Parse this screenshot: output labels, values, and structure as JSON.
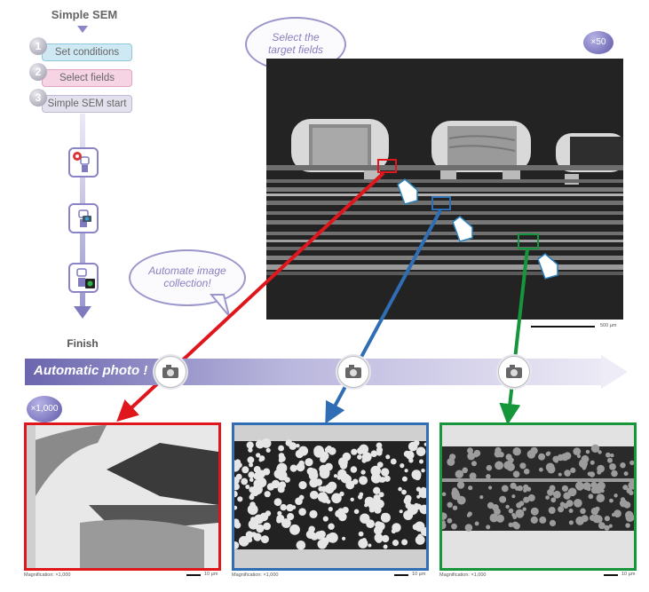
{
  "workflow": {
    "title": "Simple SEM",
    "steps": [
      {
        "number": "1",
        "label": "Set conditions"
      },
      {
        "number": "2",
        "label": "Select fields"
      },
      {
        "number": "3",
        "label": "Simple SEM start"
      }
    ],
    "finish_label": "Finish"
  },
  "callouts": {
    "select_line1": "Select the",
    "select_line2": "target fields",
    "automate_line1": "Automate image",
    "automate_line2": "collection!"
  },
  "main_image": {
    "magnification_badge": "×50",
    "scale_label": "500 µm"
  },
  "banner": {
    "label": "Automatic photo !"
  },
  "detail_images": {
    "magnification_badge": "×1,000",
    "panels": [
      {
        "caption": "Magnification: ×1,000",
        "scale_label": "10 µm",
        "color": "#e0161d"
      },
      {
        "caption": "Magnification: ×1,000",
        "scale_label": "10 µm",
        "color": "#2f6db4"
      },
      {
        "caption": "Magnification: ×1,000",
        "scale_label": "10 µm",
        "color": "#15963b"
      }
    ]
  },
  "colors": {
    "red": "#e0161d",
    "blue": "#2f6db4",
    "green": "#15963b",
    "purple": "#7e7abd"
  }
}
